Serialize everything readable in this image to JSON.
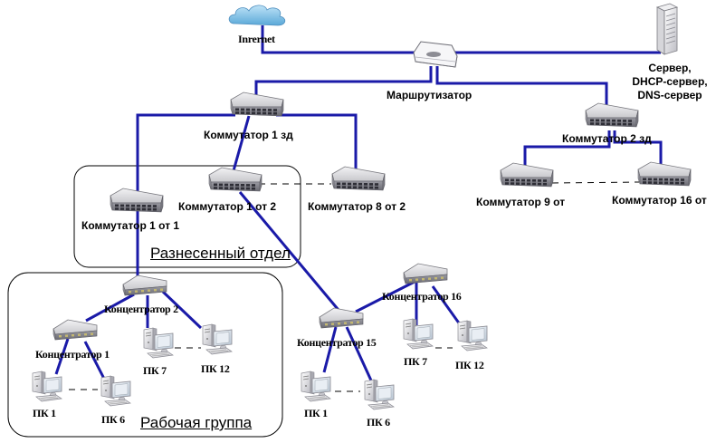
{
  "diagram": {
    "link_color": "#1a1aa8",
    "internet": {
      "label": "Inrernet",
      "icon": "cloud-icon"
    },
    "router": {
      "label": "Маршрутизатор",
      "icon": "router-icon"
    },
    "server": {
      "label_lines": [
        "Сервер,",
        "DHCP-сервер,",
        "DNS-сервер"
      ],
      "icon": "server-icon"
    },
    "switches": {
      "sw1zd": {
        "label": "Коммутатор 1 зд"
      },
      "sw2zd": {
        "label": "Коммутатор 2 зд"
      },
      "sw1of1": {
        "label": "Коммутатор 1 от 1"
      },
      "sw1of2": {
        "label": "Коммутатор 1 от 2"
      },
      "sw8of2": {
        "label": "Коммутатор 8 от 2"
      },
      "sw9": {
        "label": "Коммутатор 9 от"
      },
      "sw16": {
        "label": "Коммутатор 16 от"
      }
    },
    "hubs": {
      "hub1": {
        "label": "Концентратор 1"
      },
      "hub2": {
        "label": "Концентратор 2"
      },
      "hub15": {
        "label": "Концентратор 15"
      },
      "hub16": {
        "label": "Концентратор 16"
      }
    },
    "pcs": {
      "a_pc1": {
        "label": "ПК 1"
      },
      "a_pc6": {
        "label": "ПК 6"
      },
      "a_pc7": {
        "label": "ПК 7"
      },
      "a_pc12": {
        "label": "ПК 12"
      },
      "b_pc1": {
        "label": "ПК 1"
      },
      "b_pc6": {
        "label": "ПК 6"
      },
      "b_pc7": {
        "label": "ПК 7"
      },
      "b_pc12": {
        "label": "ПК 12"
      }
    },
    "groups": {
      "remote_department": {
        "title": "Разнесенный отдел"
      },
      "workgroup": {
        "title": "Рабочая группа"
      }
    }
  }
}
